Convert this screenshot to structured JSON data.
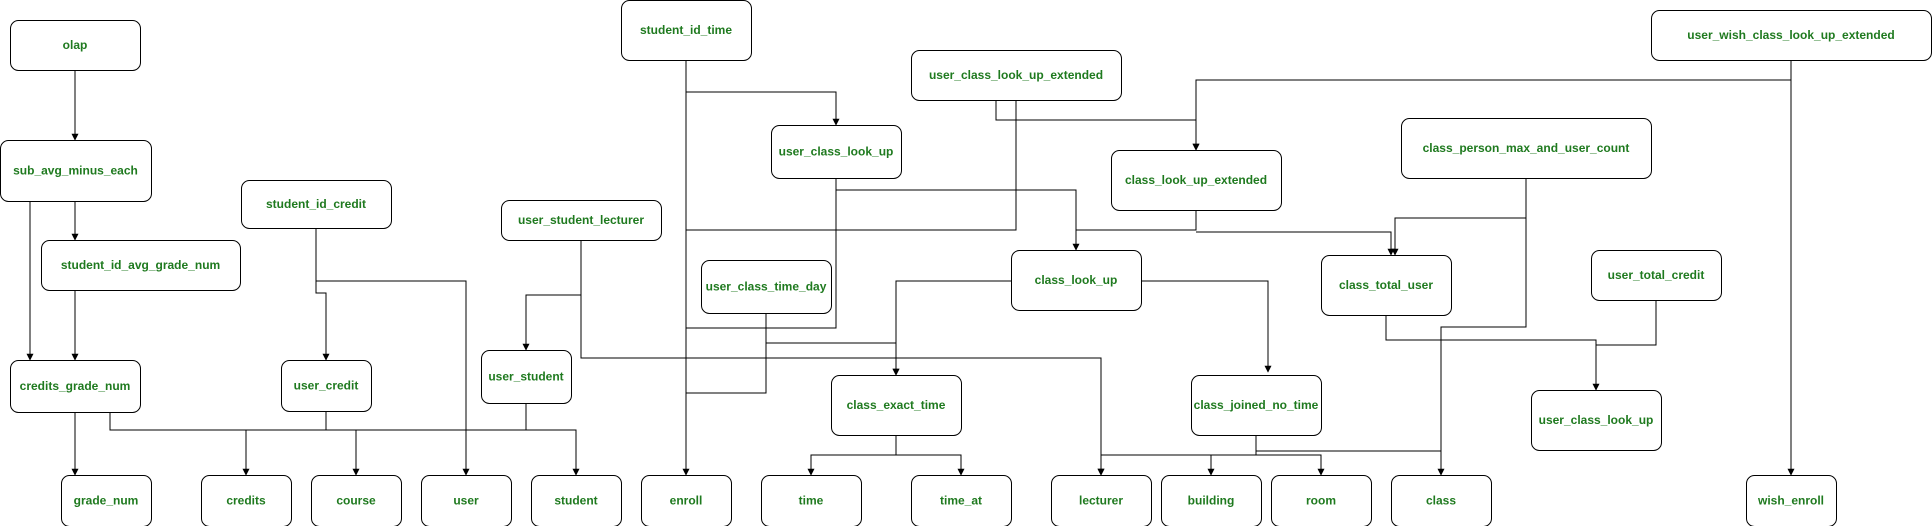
{
  "nodes": [
    {
      "id": "olap",
      "label": "olap"
    },
    {
      "id": "sub_avg_minus_each",
      "label": "sub_avg_minus_each"
    },
    {
      "id": "student_id_avg_grade_num",
      "label": "student_id_avg_grade_num"
    },
    {
      "id": "credits_grade_num",
      "label": "credits_grade_num"
    },
    {
      "id": "grade_num",
      "label": "grade_num"
    },
    {
      "id": "student_id_credit",
      "label": "student_id_credit"
    },
    {
      "id": "user_credit",
      "label": "user_credit"
    },
    {
      "id": "credits",
      "label": "credits"
    },
    {
      "id": "course",
      "label": "course"
    },
    {
      "id": "user_student_lecturer",
      "label": "user_student_lecturer"
    },
    {
      "id": "user_student",
      "label": "user_student"
    },
    {
      "id": "user",
      "label": "user"
    },
    {
      "id": "student",
      "label": "student"
    },
    {
      "id": "student_id_time",
      "label": "student_id_time"
    },
    {
      "id": "enroll",
      "label": "enroll"
    },
    {
      "id": "user_class_time_day",
      "label": "user_class_time_day"
    },
    {
      "id": "user_class_look_up_1",
      "label": "user_class_look_up"
    },
    {
      "id": "user_class_look_up_extended",
      "label": "user_class_look_up_extended"
    },
    {
      "id": "class_look_up",
      "label": "class_look_up"
    },
    {
      "id": "class_exact_time",
      "label": "class_exact_time"
    },
    {
      "id": "time",
      "label": "time"
    },
    {
      "id": "time_at",
      "label": "time_at"
    },
    {
      "id": "class_look_up_extended",
      "label": "class_look_up_extended"
    },
    {
      "id": "class_joined_no_time",
      "label": "class_joined_no_time"
    },
    {
      "id": "lecturer",
      "label": "lecturer"
    },
    {
      "id": "building",
      "label": "building"
    },
    {
      "id": "room",
      "label": "room"
    },
    {
      "id": "class_person_max_and_user_count",
      "label": "class_person_max_and_user_count"
    },
    {
      "id": "class_total_user",
      "label": "class_total_user"
    },
    {
      "id": "class",
      "label": "class"
    },
    {
      "id": "user_total_credit",
      "label": "user_total_credit"
    },
    {
      "id": "user_class_look_up_2",
      "label": "user_class_look_up"
    },
    {
      "id": "user_wish_class_look_up_extended",
      "label": "user_wish_class_look_up_extended"
    },
    {
      "id": "wish_enroll",
      "label": "wish_enroll"
    }
  ],
  "edges": [
    {
      "from": "olap",
      "to": "sub_avg_minus_each"
    },
    {
      "from": "sub_avg_minus_each",
      "to": "student_id_avg_grade_num"
    },
    {
      "from": "sub_avg_minus_each",
      "to": "credits_grade_num"
    },
    {
      "from": "student_id_avg_grade_num",
      "to": "credits_grade_num"
    },
    {
      "from": "credits_grade_num",
      "to": "grade_num"
    },
    {
      "from": "credits_grade_num",
      "to": "credits"
    },
    {
      "from": "credits_grade_num",
      "to": "course"
    },
    {
      "from": "credits_grade_num",
      "to": "student"
    },
    {
      "from": "student_id_credit",
      "to": "user_credit"
    },
    {
      "from": "student_id_credit",
      "to": "user"
    },
    {
      "from": "user_credit",
      "to": "course"
    },
    {
      "from": "user_student_lecturer",
      "to": "user_student"
    },
    {
      "from": "user_student_lecturer",
      "to": "lecturer"
    },
    {
      "from": "user_student",
      "to": "student"
    },
    {
      "from": "student_id_time",
      "to": "enroll"
    },
    {
      "from": "student_id_time",
      "to": "user_class_look_up_1"
    },
    {
      "from": "user_class_look_up_extended",
      "to": "class_look_up_extended"
    },
    {
      "from": "user_class_look_up_extended",
      "to": "enroll"
    },
    {
      "from": "user_class_look_up_1",
      "to": "class_look_up"
    },
    {
      "from": "user_class_look_up_1",
      "to": "enroll"
    },
    {
      "from": "user_class_time_day",
      "to": "class_exact_time"
    },
    {
      "from": "user_class_time_day",
      "to": "enroll"
    },
    {
      "from": "class_look_up_extended",
      "to": "class_look_up"
    },
    {
      "from": "class_look_up_extended",
      "to": "class_total_user"
    },
    {
      "from": "class_look_up",
      "to": "class_exact_time"
    },
    {
      "from": "class_look_up",
      "to": "class_joined_no_time"
    },
    {
      "from": "class_exact_time",
      "to": "time"
    },
    {
      "from": "class_exact_time",
      "to": "time_at"
    },
    {
      "from": "class_joined_no_time",
      "to": "lecturer"
    },
    {
      "from": "class_joined_no_time",
      "to": "building"
    },
    {
      "from": "class_joined_no_time",
      "to": "room"
    },
    {
      "from": "class_joined_no_time",
      "to": "class"
    },
    {
      "from": "class_person_max_and_user_count",
      "to": "class_total_user"
    },
    {
      "from": "class_person_max_and_user_count",
      "to": "class"
    },
    {
      "from": "class_total_user",
      "to": "user_class_look_up_2"
    },
    {
      "from": "user_total_credit",
      "to": "user_class_look_up_2"
    },
    {
      "from": "user_wish_class_look_up_extended",
      "to": "class_look_up_extended"
    },
    {
      "from": "user_wish_class_look_up_extended",
      "to": "wish_enroll"
    }
  ]
}
